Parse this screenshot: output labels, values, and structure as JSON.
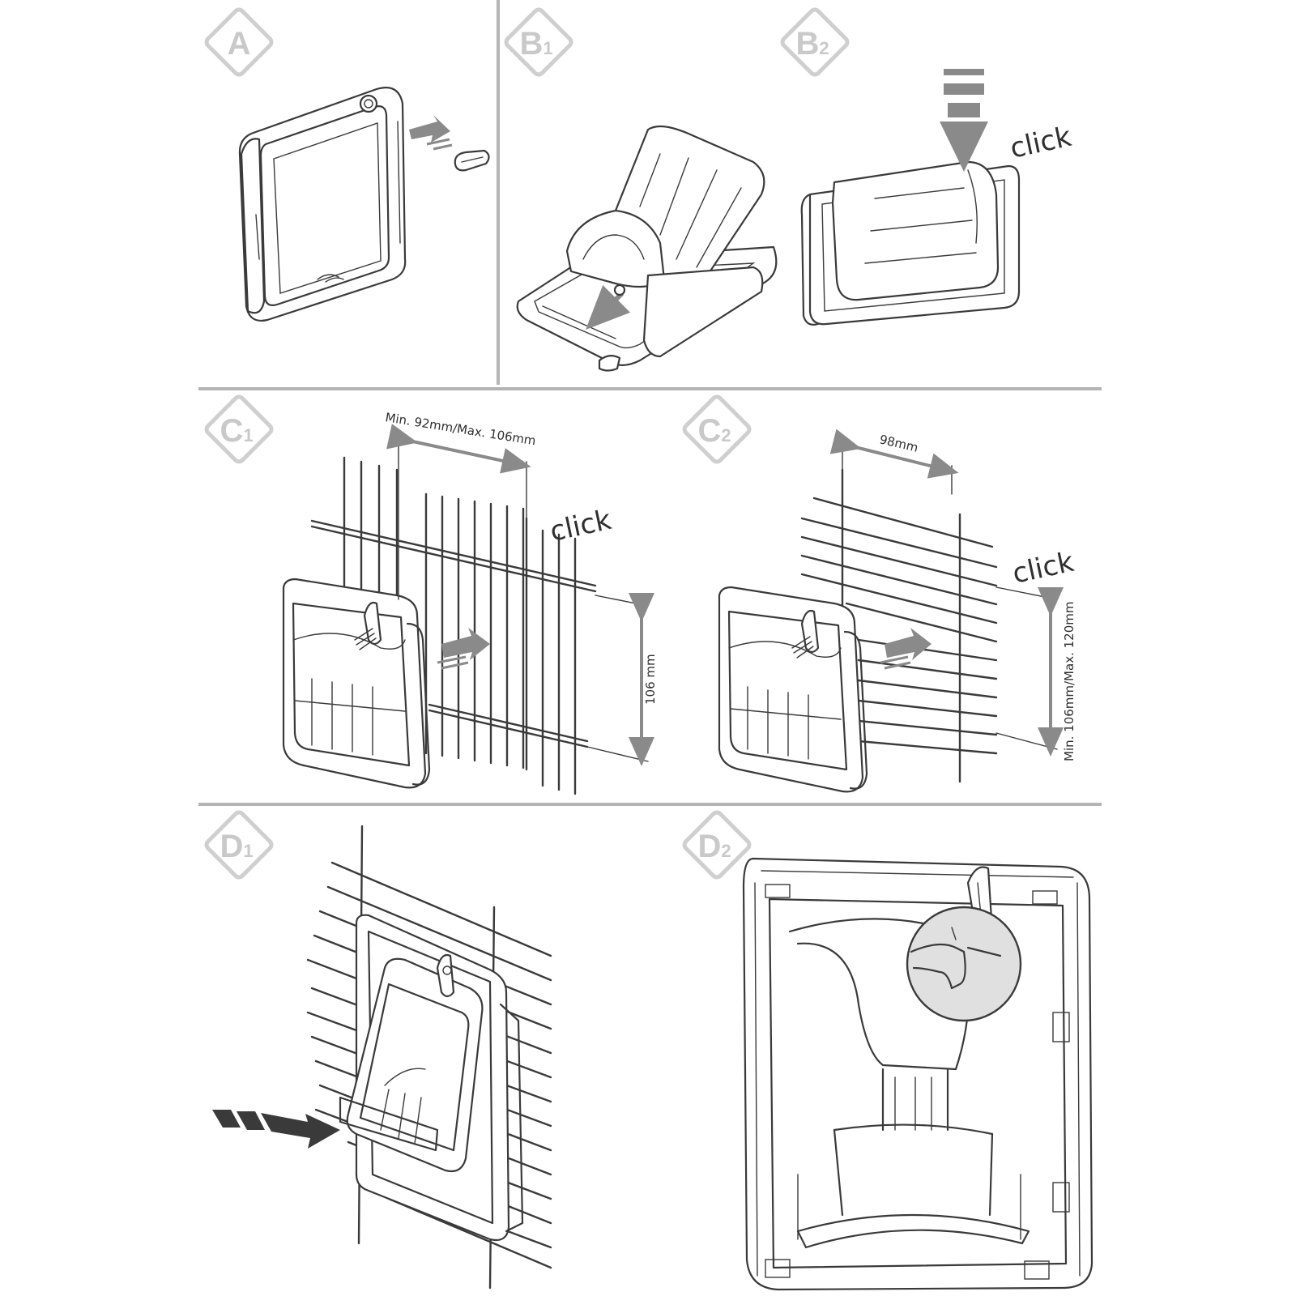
{
  "colors": {
    "line": "#3a3a3a",
    "divider": "#b4b4b4",
    "badge": "#c9c9c9",
    "arrow": "#8a8a8a"
  },
  "panels": {
    "A": {
      "letter": "A",
      "sub": ""
    },
    "B1": {
      "letter": "B",
      "sub": "1"
    },
    "B2": {
      "letter": "B",
      "sub": "2",
      "click": "click"
    },
    "C1": {
      "letter": "C",
      "sub": "1",
      "click": "click",
      "width_label": "Min. 92mm/Max. 106mm",
      "height_label": "106 mm"
    },
    "C2": {
      "letter": "C",
      "sub": "2",
      "click": "click",
      "width_label": "98mm",
      "height_label": "Min. 106mm/Max. 120mm"
    },
    "D1": {
      "letter": "D",
      "sub": "1"
    },
    "D2": {
      "letter": "D",
      "sub": "2"
    }
  }
}
